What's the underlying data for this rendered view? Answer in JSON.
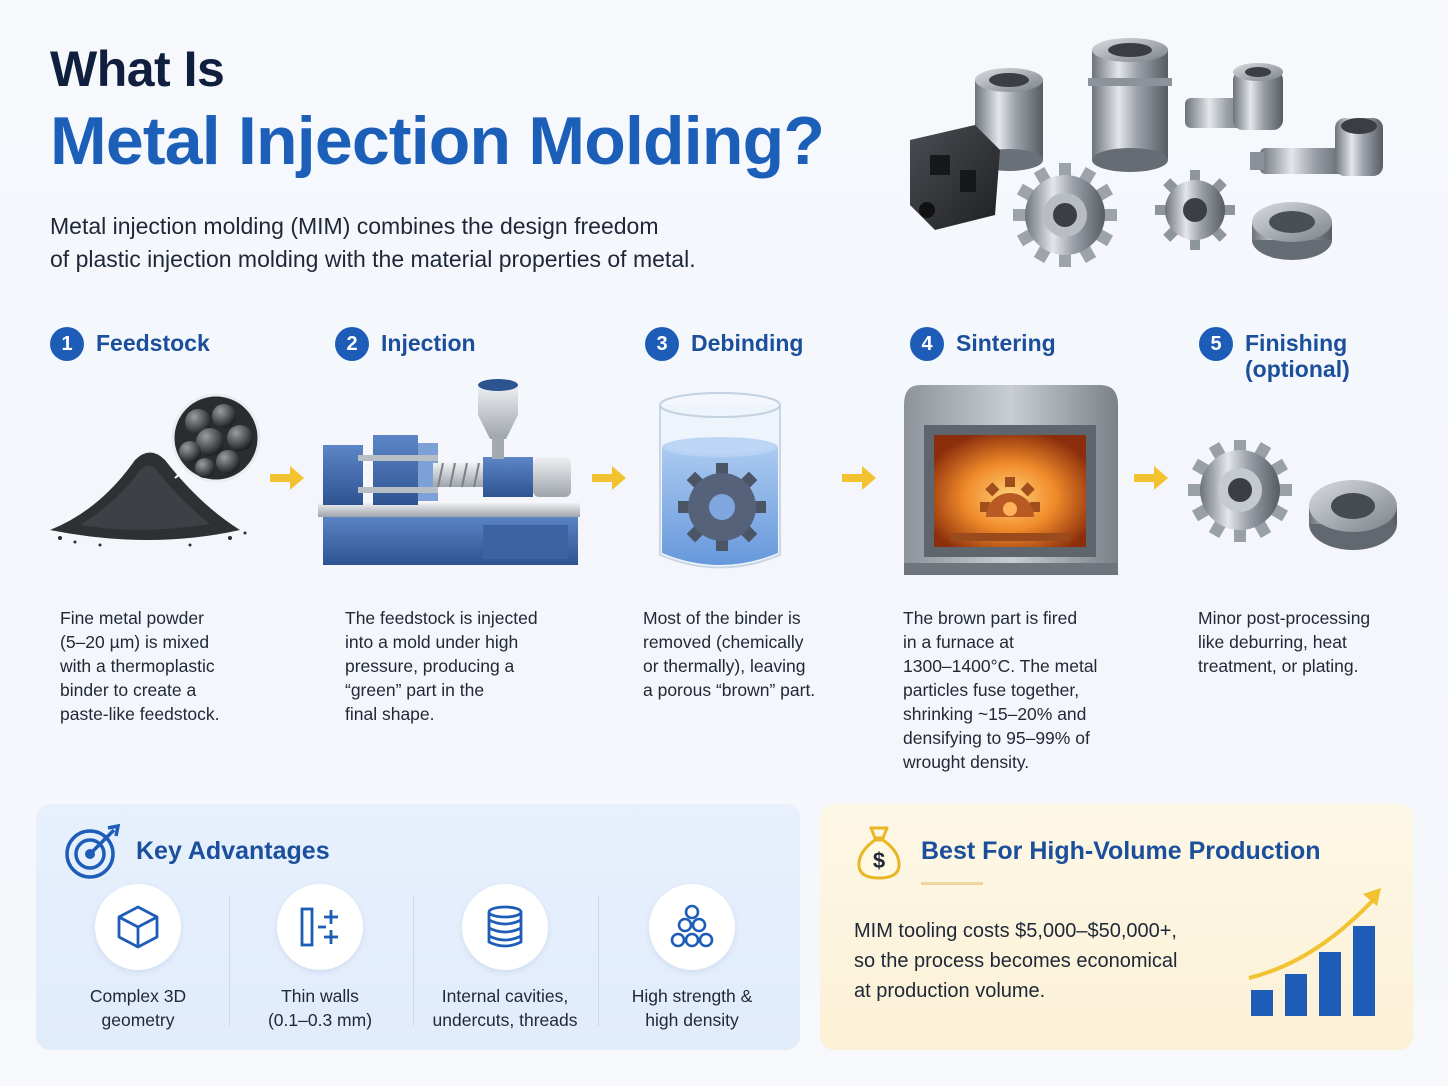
{
  "header": {
    "title_line1": "What Is",
    "title_line2": "Metal Injection Molding?",
    "intro_line1": "Metal injection molding (MIM) combines the design freedom",
    "intro_line2": "of plastic injection molding with the material properties of metal."
  },
  "steps": [
    {
      "number": "1",
      "title": "Feedstock",
      "desc": [
        "Fine metal powder",
        "(5–20 µm) is mixed",
        "with a thermoplastic",
        "binder to create a",
        "paste-like feedstock."
      ]
    },
    {
      "number": "2",
      "title": "Injection",
      "desc": [
        "The feedstock is injected",
        "into a mold under high",
        "pressure, producing a",
        "“green” part in the",
        "final shape."
      ]
    },
    {
      "number": "3",
      "title": "Debinding",
      "desc": [
        "Most of the binder is",
        "removed (chemically",
        "or thermally), leaving",
        "a porous “brown” part."
      ]
    },
    {
      "number": "4",
      "title": "Sintering",
      "desc": [
        "The brown part is fired",
        "in a furnace at",
        "1300–1400°C. The metal",
        "particles fuse together,",
        "shrinking ~15–20% and",
        "densifying to 95–99% of",
        "wrought density."
      ]
    },
    {
      "number": "5",
      "title_line1": "Finishing",
      "title_line2": "(optional)",
      "desc": [
        "Minor post-processing",
        "like deburring, heat",
        "treatment, or plating."
      ]
    }
  ],
  "advantages": {
    "title": "Key Advantages",
    "items": [
      {
        "icon": "cube-icon",
        "label": [
          "Complex 3D",
          "geometry"
        ]
      },
      {
        "icon": "thin-walls-icon",
        "label": [
          "Thin walls",
          "(0.1–0.3 mm)"
        ]
      },
      {
        "icon": "threads-icon",
        "label": [
          "Internal cavities,",
          "undercuts, threads"
        ]
      },
      {
        "icon": "particles-icon",
        "label": [
          "High strength &",
          "high density"
        ]
      }
    ]
  },
  "best_for": {
    "title": "Best For High-Volume Production",
    "text": [
      "MIM tooling costs $5,000–$50,000+,",
      "so the process becomes economical",
      "at production volume."
    ],
    "money_symbol": "$"
  },
  "colors": {
    "brand_blue": "#1c5fb8",
    "heading_navy": "#0f1f3d",
    "arrow_yellow": "#f2c230",
    "advantages_bg": "#e4eefc",
    "best_bg": "#fcf4dc"
  }
}
